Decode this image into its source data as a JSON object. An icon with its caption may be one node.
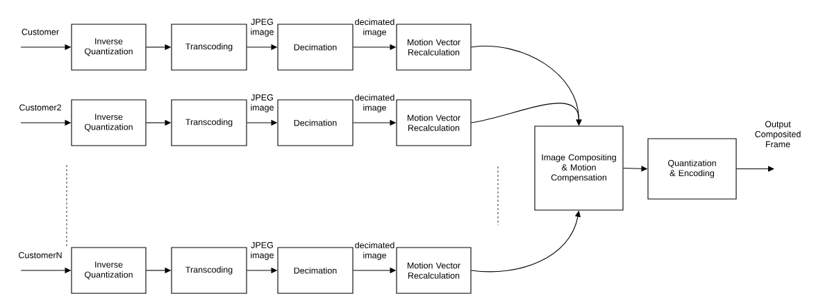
{
  "diagram": {
    "nodes": [
      {
        "text": [
          "Inverse Quantization"
        ]
      },
      {
        "text": [
          "Transcoding"
        ]
      },
      {
        "text": [
          "Decimation"
        ]
      },
      {
        "text": [
          "Motion Vector Recalculation"
        ]
      },
      {
        "text": [
          "Inverse Quantization"
        ]
      },
      {
        "text": [
          "Transcoding"
        ]
      },
      {
        "text": [
          "Decimation"
        ]
      },
      {
        "text": [
          "Motion Vector Recalculation"
        ]
      },
      {
        "text": [
          "Inverse Quantization"
        ]
      },
      {
        "text": [
          "Transcoding"
        ]
      },
      {
        "text": [
          "Decimation"
        ]
      },
      {
        "text": [
          "Motion Vector Recalculation"
        ]
      },
      {
        "text": [
          "Image Compositing & Motion Compensation"
        ]
      },
      {
        "text": [
          "Quantization & Encoding"
        ]
      }
    ],
    "edges": [
      {
        "from": null,
        "to": 0,
        "arrow": "to",
        "label": "Customer"
      },
      {
        "from": 0,
        "to": 1,
        "arrow": "to"
      },
      {
        "from": 1,
        "to": 2,
        "arrow": "to",
        "label": "JPEG image"
      },
      {
        "from": 2,
        "to": 3,
        "arrow": "to",
        "label": "decimated image"
      },
      {
        "from": 3,
        "to": 12,
        "arrow": "to"
      },
      {
        "from": null,
        "to": 4,
        "arrow": "to",
        "label": "Customer2"
      },
      {
        "from": 4,
        "to": 5,
        "arrow": "to"
      },
      {
        "from": 5,
        "to": 6,
        "arrow": "to",
        "label": "JPEG image"
      },
      {
        "from": 6,
        "to": 7,
        "arrow": "to",
        "label": "decimated image"
      },
      {
        "from": 7,
        "to": 12,
        "arrow": "to"
      },
      {
        "from": null,
        "to": 8,
        "arrow": "to",
        "label": "CustomerN"
      },
      {
        "from": 8,
        "to": 9,
        "arrow": "to"
      },
      {
        "from": 9,
        "to": 10,
        "arrow": "to",
        "label": "JPEG image"
      },
      {
        "from": 10,
        "to": 11,
        "arrow": "to",
        "label": "decimated image"
      },
      {
        "from": 11,
        "to": 12,
        "arrow": "to"
      },
      {
        "from": 12,
        "to": 13,
        "arrow": "to"
      },
      {
        "from": 13,
        "to": null,
        "arrow": "to",
        "label": "Output Composited Frame"
      }
    ]
  }
}
